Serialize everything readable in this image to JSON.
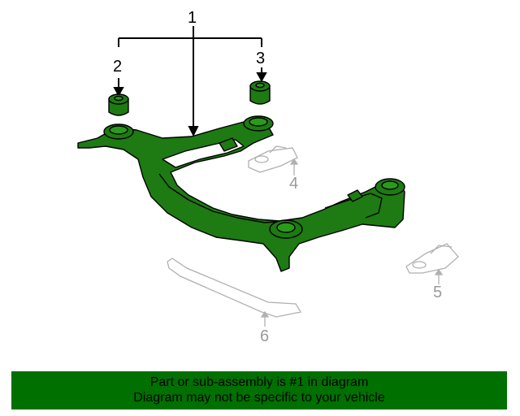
{
  "callouts": {
    "c1": "1",
    "c2": "2",
    "c3": "3",
    "c4": "4",
    "c5": "5",
    "c6": "6"
  },
  "banner": {
    "line1": "Part or sub-assembly is #1 in diagram",
    "line2": "Diagram may not be specific to your vehicle"
  },
  "colors": {
    "highlight": "#1e7a12",
    "banner": "#007000",
    "ghost_part": "#b0b0b0"
  }
}
